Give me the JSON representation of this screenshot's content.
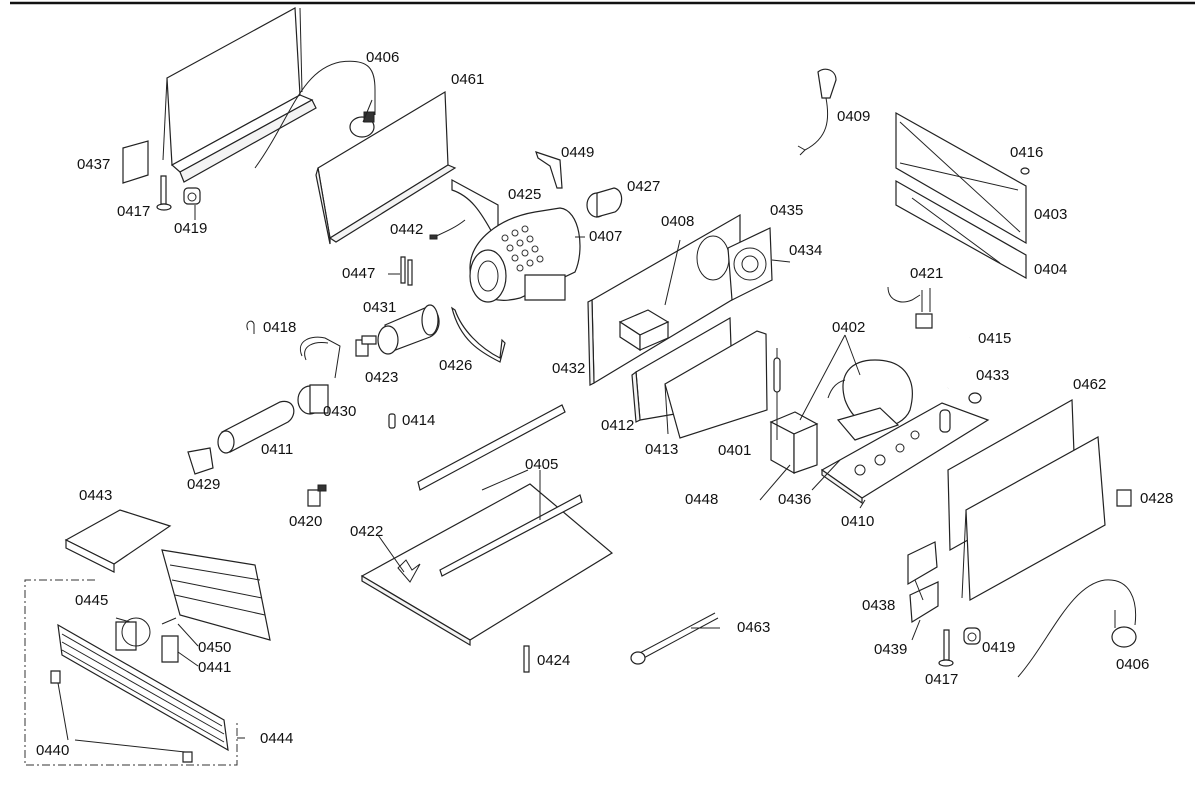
{
  "diagram": {
    "type": "exploded-parts-diagram",
    "subject": "refrigeration / compressor base assembly",
    "labels": {
      "p0401": "0401",
      "p0402": "0402",
      "p0403": "0403",
      "p0404": "0404",
      "p0405": "0405",
      "p0406a": "0406",
      "p0406b": "0406",
      "p0407": "0407",
      "p0408": "0408",
      "p0409": "0409",
      "p0410": "0410",
      "p0411": "0411",
      "p0412": "0412",
      "p0413": "0413",
      "p0414": "0414",
      "p0415": "0415",
      "p0416": "0416",
      "p0417a": "0417",
      "p0417b": "0417",
      "p0418": "0418",
      "p0419a": "0419",
      "p0419b": "0419",
      "p0420": "0420",
      "p0421": "0421",
      "p0422": "0422",
      "p0423": "0423",
      "p0424": "0424",
      "p0425": "0425",
      "p0426": "0426",
      "p0427": "0427",
      "p0428": "0428",
      "p0429": "0429",
      "p0430": "0430",
      "p0431": "0431",
      "p0432": "0432",
      "p0433": "0433",
      "p0434": "0434",
      "p0435": "0435",
      "p0436": "0436",
      "p0437": "0437",
      "p0438": "0438",
      "p0439": "0439",
      "p0440": "0440",
      "p0441": "0441",
      "p0442": "0442",
      "p0443": "0443",
      "p0444": "0444",
      "p0445": "0445",
      "p0447": "0447",
      "p0448": "0448",
      "p0449": "0449",
      "p0450": "0450",
      "p0461": "0461",
      "p0462": "0462",
      "p0463": "0463"
    }
  }
}
